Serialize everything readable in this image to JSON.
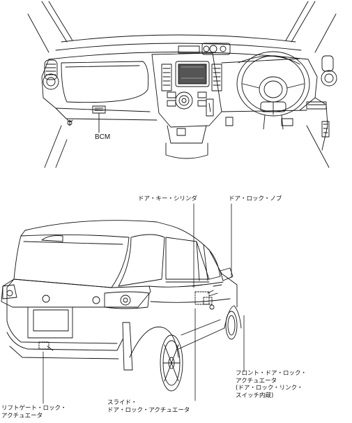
{
  "dashboard": {
    "bcm_label": "BCM"
  },
  "vehicle": {
    "door_key_cylinder": "ドア・キー・シリンダ",
    "door_lock_knob": "ドア・ロック・ノブ",
    "front_actuator": {
      "line1": "フロント・ドア・ロック・",
      "line2": "アクチュエータ",
      "line3": "(ドア・ロック・リンク・",
      "line4": "スイッチ内蔵)"
    },
    "liftgate_actuator": {
      "line1": "リフトゲート・ロック・",
      "line2": "アクチュエータ"
    },
    "slide_actuator": {
      "line1": "スライド・",
      "line2": "ドア・ロック・アクチュエータ"
    }
  }
}
